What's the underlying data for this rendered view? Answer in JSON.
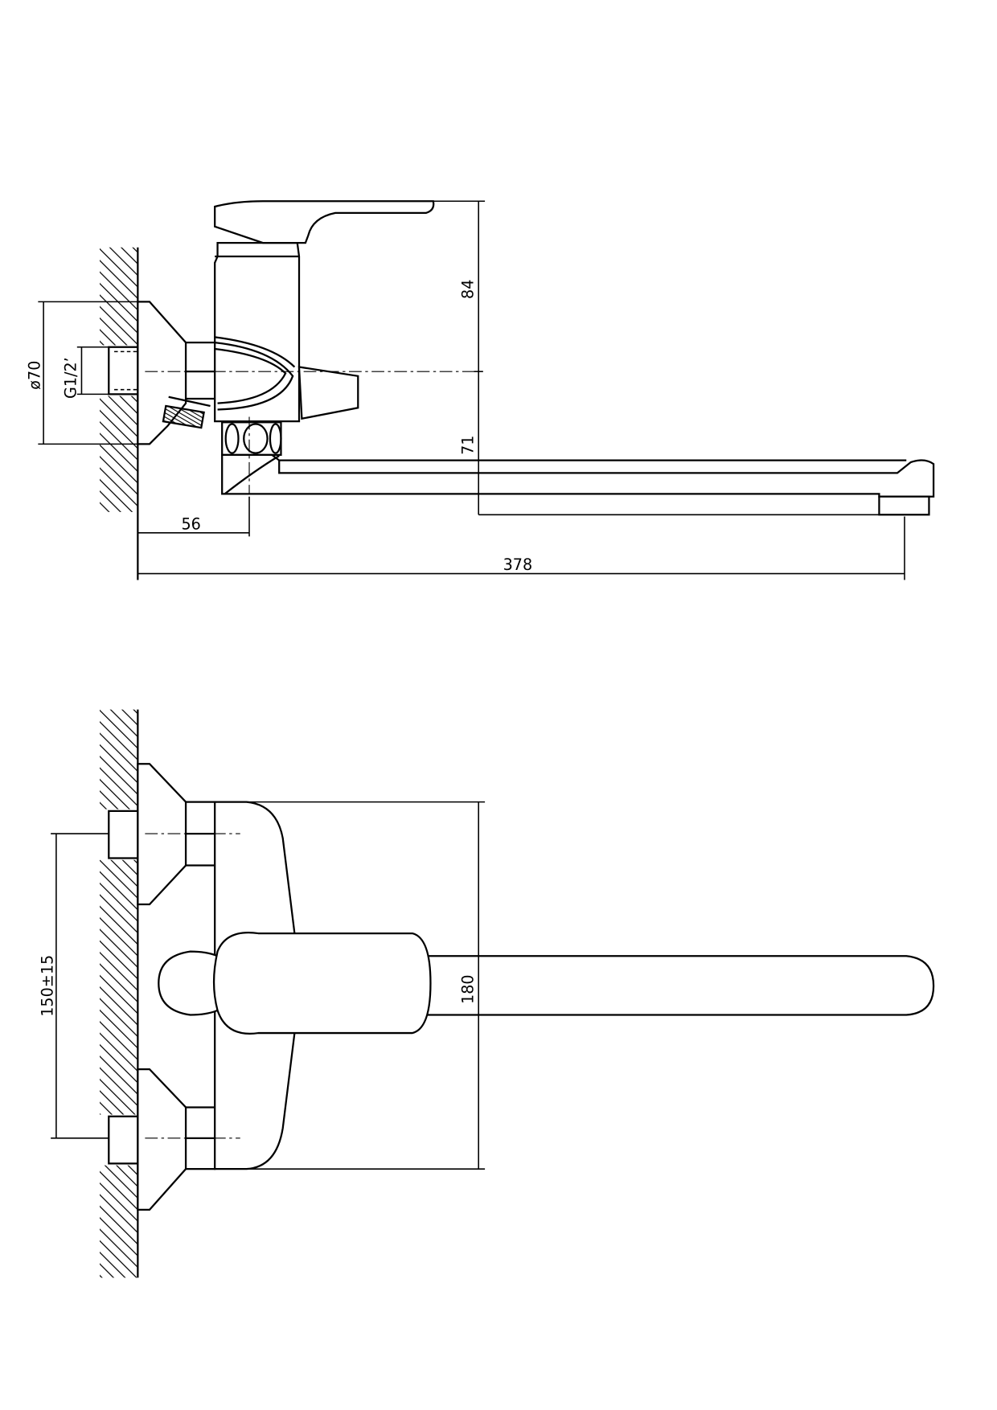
{
  "drawing": {
    "side_view": {
      "dim_height_above_axis": "84",
      "dim_height_below_axis": "71",
      "dim_wall_to_spout_axis": "56",
      "dim_total_reach": "378",
      "dim_escutcheon_diameter": "ø70",
      "dim_thread": "G1/2’"
    },
    "top_view": {
      "dim_inlet_spacing": "150±15",
      "dim_body_height": "180"
    }
  }
}
